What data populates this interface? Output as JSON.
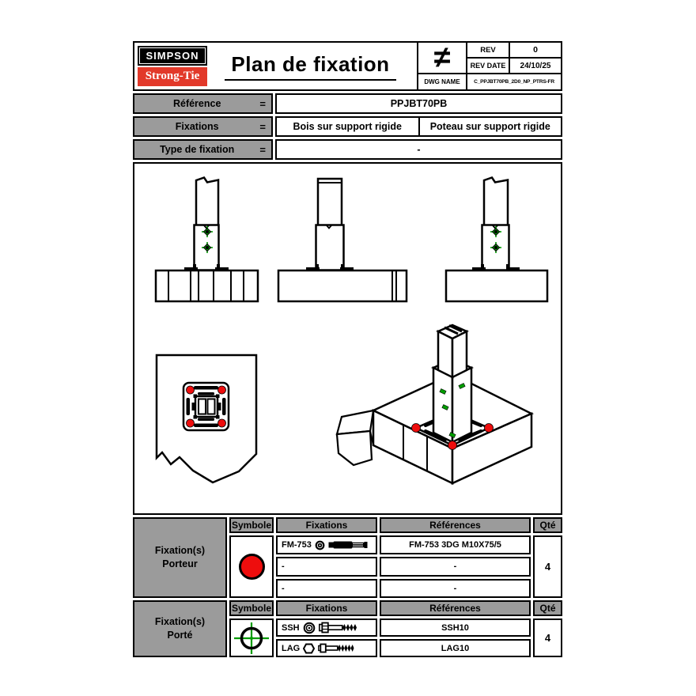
{
  "titleblock": {
    "logo_line1": "SIMPSON",
    "logo_line2": "Strong-Tie",
    "title": "Plan de fixation",
    "symbol_glyph": "≠",
    "rev_label": "REV",
    "rev_value": "0",
    "rev_date_label": "REV DATE",
    "rev_date_value": "24/10/25",
    "dwg_name_label": "DWG NAME",
    "dwg_name_value": "C_PPJBT70PB_2D0_NP_PTRS-FR"
  },
  "info": {
    "reference": {
      "label": "Référence",
      "eq": "=",
      "value": "PPJBT70PB"
    },
    "fixations": {
      "label": "Fixations",
      "eq": "=",
      "value_left": "Bois sur support rigide",
      "value_right": "Poteau sur support rigide"
    },
    "type": {
      "label": "Type de fixation",
      "eq": "=",
      "value": "-"
    }
  },
  "porteur": {
    "group_line1": "Fixation(s)",
    "group_line2": "Porteur",
    "headers": {
      "symbole": "Symbole",
      "fixations": "Fixations",
      "references": "Références",
      "qte": "Qté"
    },
    "symbol_icon": "red-anchor-dot-icon",
    "rows": [
      {
        "fixation": "FM-753",
        "reference": "FM-753 3DG M10X75/5"
      },
      {
        "fixation": "-",
        "reference": "-"
      },
      {
        "fixation": "-",
        "reference": "-"
      }
    ],
    "qty": "4"
  },
  "porte": {
    "group_line1": "Fixation(s)",
    "group_line2": "Porté",
    "headers": {
      "symbole": "Symbole",
      "fixations": "Fixations",
      "references": "Références",
      "qte": "Qté"
    },
    "symbol_icon": "green-crosshair-icon",
    "rows": [
      {
        "fixation": "SSH",
        "reference": "SSH10"
      },
      {
        "fixation": "LAG",
        "reference": "LAG10"
      }
    ],
    "qty": "4"
  },
  "colors": {
    "brand_red": "#e2392a",
    "header_gray": "#9b9b9b",
    "marker_red": "#ee0d0d",
    "marker_green": "#009c00"
  }
}
